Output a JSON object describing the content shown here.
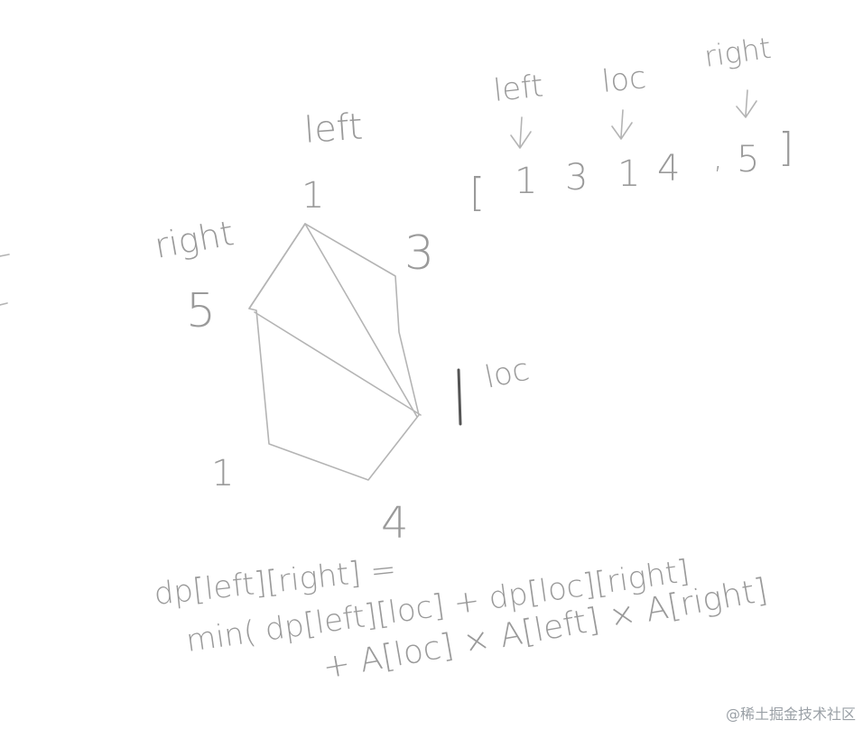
{
  "array": {
    "pointers": [
      "left",
      "loc",
      "right"
    ],
    "open_bracket": "[",
    "elements": [
      "1",
      "3",
      "1",
      "4",
      ",",
      "5"
    ],
    "close_bracket": "]"
  },
  "polygon": {
    "left_label": "left",
    "left_value": "1",
    "v3_value": "3",
    "right_label": "right",
    "right_value": "5",
    "loc_value": "1",
    "loc_label": "loc",
    "bottom_left_value": "1",
    "bottom_value": "4"
  },
  "formula": {
    "line1": "dp[left][right] =",
    "line2": "min( dp[left][loc] + dp[loc][right]",
    "line3": "+ A[loc] × A[left] × A[right]"
  },
  "watermark": "@稀土掘金技术社区",
  "colors": {
    "pencil": "#9a9a9a",
    "pencil_light": "#b4b4b4",
    "pencil_dark": "#555555"
  }
}
